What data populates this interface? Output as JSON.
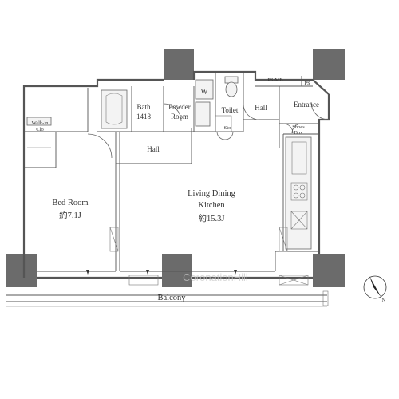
{
  "rooms": {
    "walkin": "Walk-in",
    "walkin2": "Clo",
    "bath": "Bath",
    "bath_size": "1418",
    "powder": "Powder",
    "powder2": "Room",
    "w": "W",
    "toilet": "Toilet",
    "hall_top": "Hall",
    "entrance": "Entrance",
    "shoes": "Shoes",
    "shoes2": "Box",
    "ps_mb": "PS/MB",
    "ps": "PS",
    "sto": "Sto",
    "hall_mid": "Hall",
    "bedroom": "Bed Room",
    "bedroom_size": "約7.1J",
    "ldk": "Living Dining",
    "ldk2": "Kitchen",
    "ldk_size": "約15.3J",
    "balcony": "Balcony",
    "north": "N"
  },
  "watermark": "CoronationHill"
}
